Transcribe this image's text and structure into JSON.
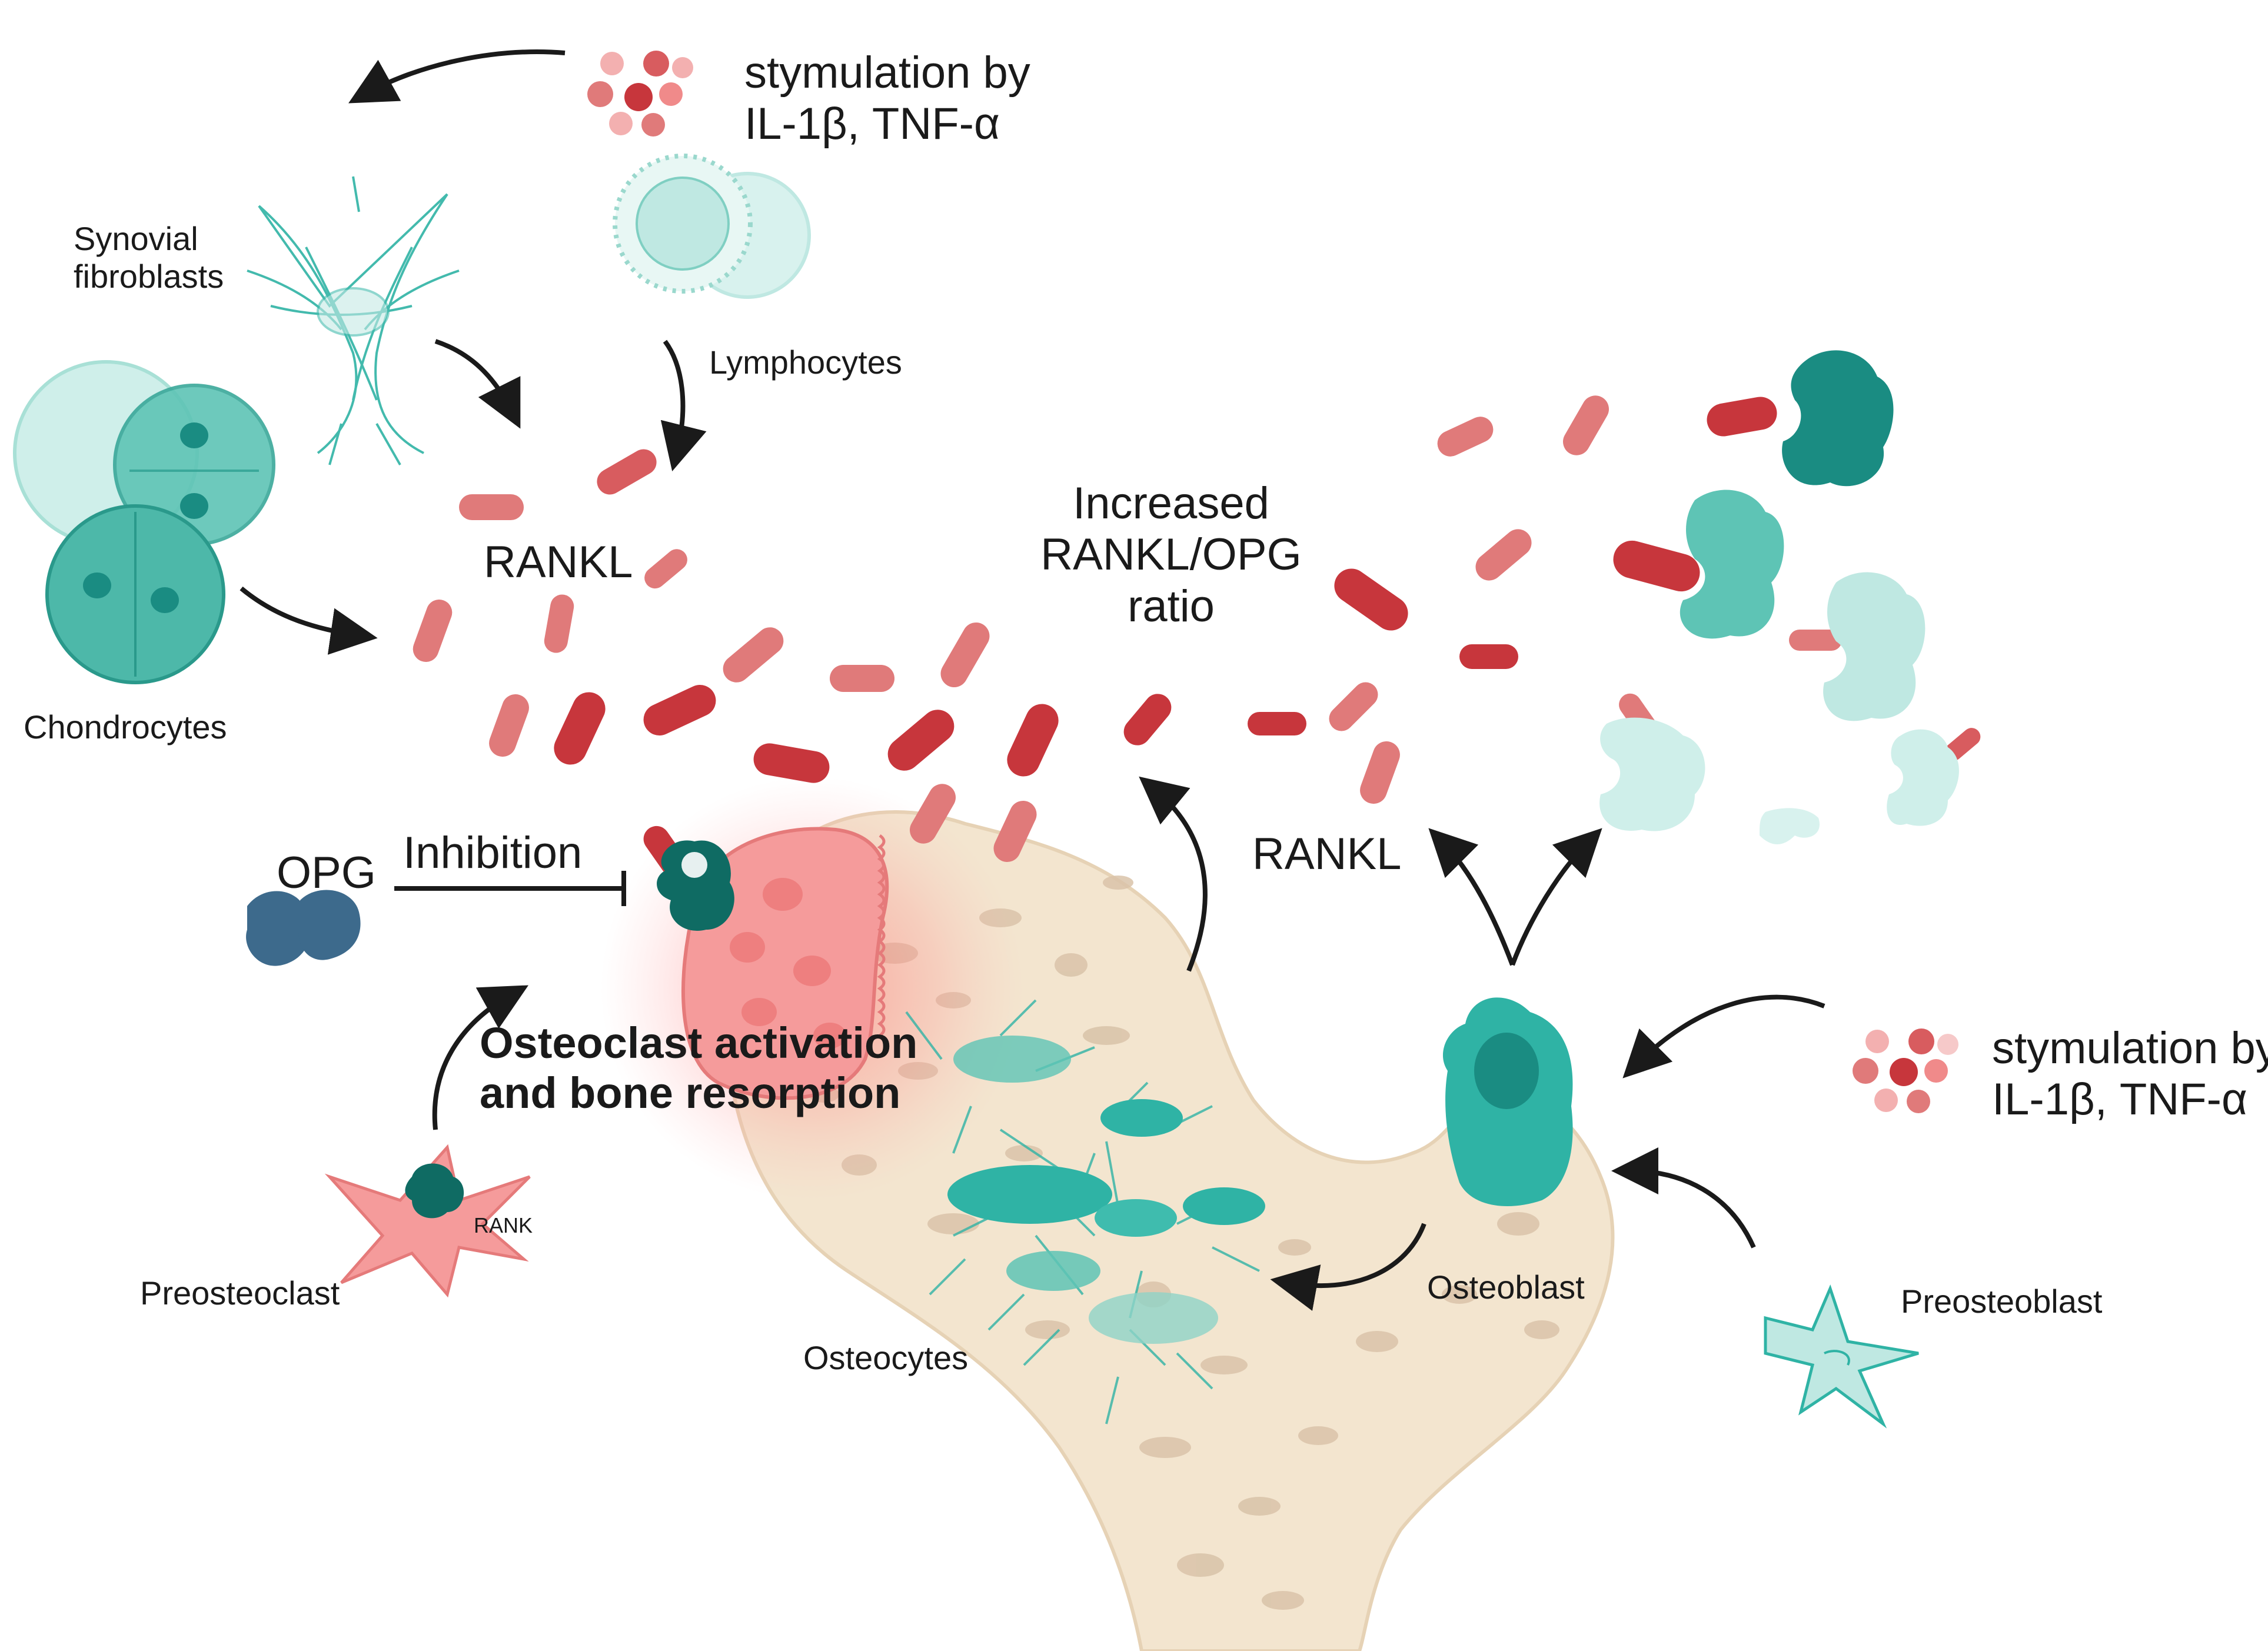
{
  "labels": {
    "stimulation_top": [
      "stymulation by",
      "IL-1β, TNF-α"
    ],
    "stimulation_right": [
      "stymulation by",
      "IL-1β, TNF-α"
    ],
    "synovial_fibroblasts": [
      "Synovial",
      "fibroblasts"
    ],
    "lymphocytes": "Lymphocytes",
    "chondrocytes": "Chondrocytes",
    "rankl_left": "RANKL",
    "increased_ratio": [
      "Increased",
      "RANKL/OPG",
      "ratio"
    ],
    "rankl_right": "RANKL",
    "opg": "OPG",
    "inhibition": "Inhibition",
    "osteoclast_activation": [
      "Osteoclast activation",
      "and bone resorption"
    ],
    "rank": "RANK",
    "preosteoclast": "Preosteoclast",
    "osteocytes": "Osteocytes",
    "osteoblast": "Osteoblast",
    "preosteoblast": "Preosteoblast"
  },
  "colors": {
    "rankl_red": "#c7363c",
    "rankl_light": "#e88b8b",
    "teal": "#2fb3a5",
    "teal_dark": "#0f6b63",
    "teal_light": "#bfe8e2",
    "bone": "#f3e5cf",
    "bone_pore": "#d9c3a9",
    "osteoclast_pink": "#f59b9b",
    "opg_blue": "#3d6a8c"
  }
}
